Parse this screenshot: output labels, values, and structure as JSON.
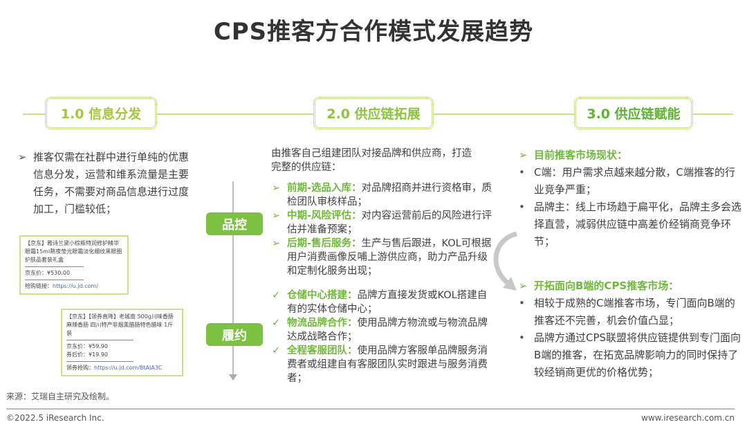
{
  "title": "CPS推客方合作模式发展趋势",
  "stages": [
    {
      "label": "1.0 信息分发",
      "color": "#a3c73a"
    },
    {
      "label": "2.0  供应链拓展",
      "color": "#8cc43e"
    },
    {
      "label": "3.0  供应链赋能",
      "color": "#5fb232"
    }
  ],
  "col1": {
    "text": "推客仅需在社群中进行单纯的优惠信息分发，运营和维系流量是主要任务，不需要对商品信息进行过度加工，门槛较低；",
    "card1": {
      "title": "【京东】雅诗兰黛小棕瓶特润修护精华眼霜15ml熬夜莹光眼霜淡化细纹黑眼圈护肤品套装礼盒",
      "price": "京东价：¥530.00",
      "link_label": "抢购链接：",
      "link": "https://u.jd.com/"
    },
    "card2": {
      "title": "【京东】【领券直降】老城南 500g川味香肠麻辣香肠 四川特产非烟熏腊肠特色腊味 1斤装",
      "price": "京东价：¥59.90",
      "coupon_price": "券后价：¥19.90",
      "link_label": "领券抢购：",
      "link": "https://u.jd.com/BtAIA3C"
    }
  },
  "col2": {
    "intro": "由推客自己组建团队对接品牌和供应商，打造完整的供应链：",
    "badges": [
      "品控",
      "履约"
    ],
    "qc": [
      {
        "head": "前期-选品入库：",
        "body": "对品牌招商并进行资格审，质检团队审核样品；"
      },
      {
        "head": "中期-风险评估：",
        "body": "对内容运营前后的风险进行评估并准备预案；"
      },
      {
        "head": "后期-售后服务：",
        "body": "生产与售后跟进，KOL可根据用户消费画像反哺上游供应商，助力产品升级和定制化服务出现；"
      }
    ],
    "ff": [
      {
        "head": "仓储中心搭建：",
        "body": "品牌方直接发货或KOL搭建自有的实体仓储中心；"
      },
      {
        "head": "物流品牌合作：",
        "body": "使用品牌方物流或与物流品牌达成战略合作；"
      },
      {
        "head": "全程客服团队：",
        "body": "使用品牌方客服单品牌服务消费者或组建自有客服团队实时跟进与服务消费者；"
      }
    ]
  },
  "col3": {
    "sec1": {
      "head": "目前推客市场现状：",
      "items": [
        "C端：用户需求点越来越分散，C端推客的行业竞争严重；",
        "品牌主：线上市场趋于扁平化，品牌主多会选择直营，减弱供应链中高差价经销商竞争环节；"
      ]
    },
    "sec2": {
      "head": "开拓面向B端的CPS推客市场：",
      "items": [
        "相较于成熟的C端推客市场，专门面向B端的推客还不完善，机会价值凸显；",
        "品牌方通过CPS联盟将供应链提供到专门面向B端的推客，在拓宽品牌影响力的同时保持了较经销商更优的价格优势；"
      ]
    }
  },
  "source": "来源：艾瑞自主研究及绘制。",
  "footer": {
    "left": "©2022.5 iResearch Inc.",
    "right": "www.iresearch.com.cn"
  }
}
